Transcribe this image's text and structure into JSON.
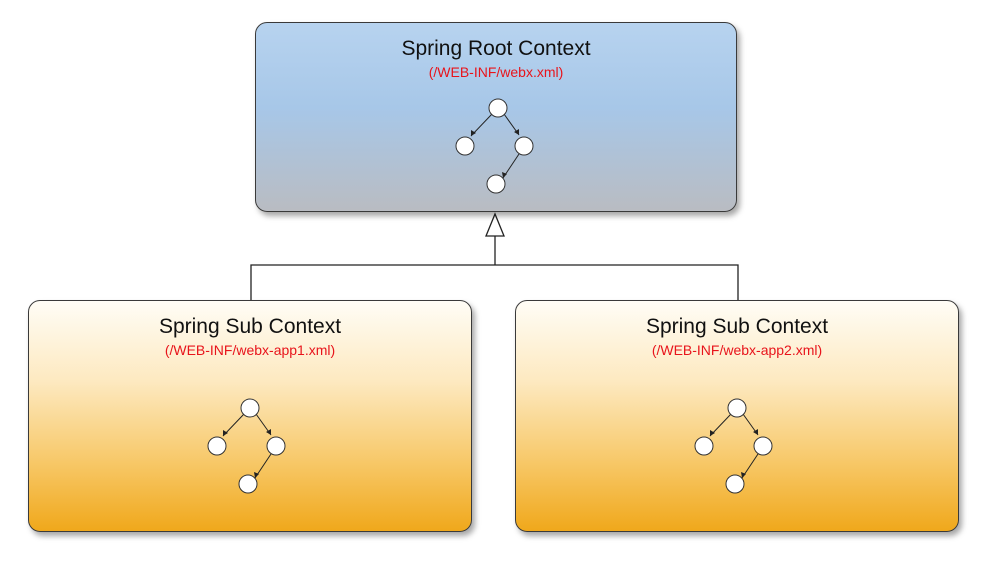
{
  "root": {
    "title": "Spring Root Context",
    "path": "(/WEB-INF/webx.xml)"
  },
  "subs": [
    {
      "title": "Spring Sub Context",
      "path": "(/WEB-INF/webx-app1.xml)"
    },
    {
      "title": "Spring Sub Context",
      "path": "(/WEB-INF/webx-app2.xml)"
    }
  ],
  "colors": {
    "path_text": "#e8141b",
    "root_fill_top": "#b7d3ef",
    "root_fill_bottom": "#b9bcc2",
    "sub_fill_top": "#fffdf6",
    "sub_fill_bottom": "#f0a81b"
  }
}
